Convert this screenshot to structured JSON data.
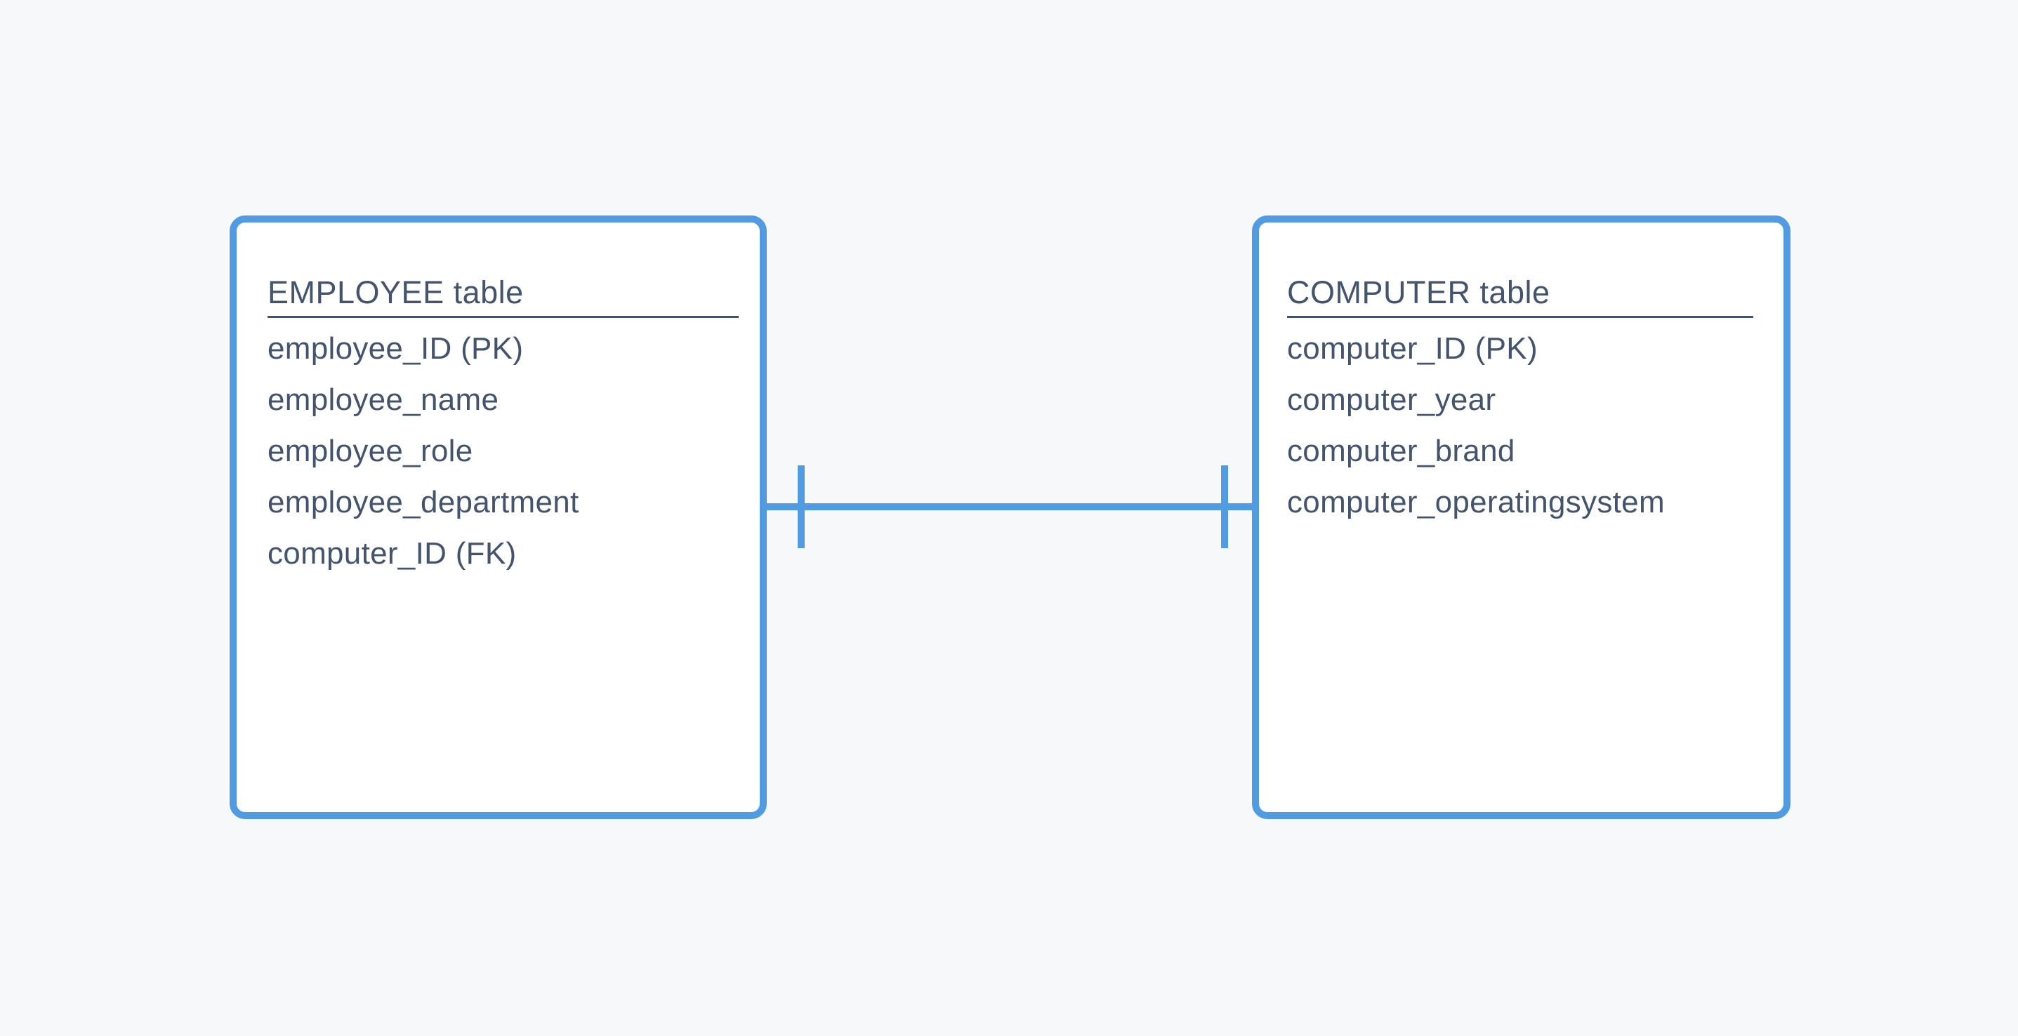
{
  "diagram": {
    "type": "entity-relationship",
    "background_color": "#f7f8fa",
    "accent_color": "#509be2",
    "text_color": "#44546d",
    "box_fill_color": "#ffffff",
    "tables": [
      {
        "title": "EMPLOYEE table",
        "fields": [
          "employee_ID (PK)",
          "employee_name",
          "employee_role",
          "employee_department",
          "computer_ID (FK)"
        ]
      },
      {
        "title": "COMPUTER table",
        "fields": [
          "computer_ID (PK)",
          "computer_year",
          "computer_brand",
          "computer_operatingsystem"
        ]
      }
    ],
    "relationship": {
      "from": "EMPLOYEE table",
      "to": "COMPUTER table",
      "cardinality": "one-to-one",
      "notation": "straight line with a single perpendicular tick mark at each end"
    }
  }
}
